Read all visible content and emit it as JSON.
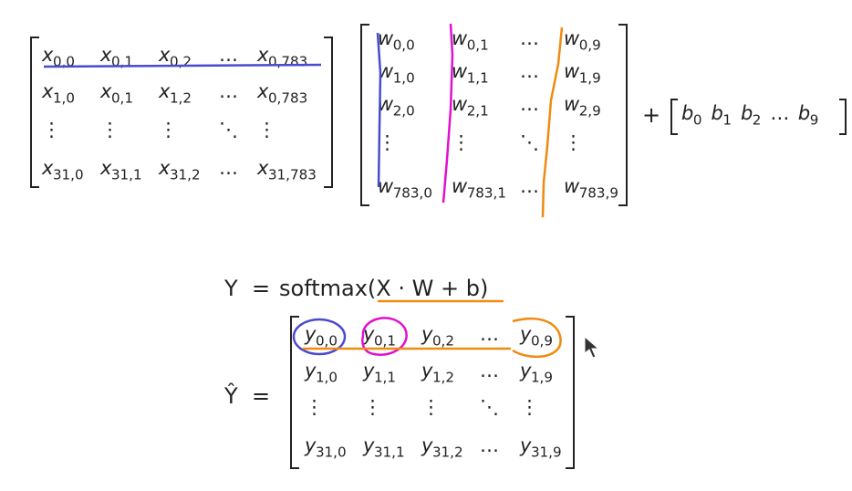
{
  "matrix_x": {
    "rows": [
      [
        "x0,0",
        "x0,1",
        "x0,2",
        "…",
        "x0,783"
      ],
      [
        "x1,0",
        "x0,1",
        "x1,2",
        "…",
        "x0,783"
      ],
      [
        "⋮",
        "⋮",
        "⋮",
        "⋱",
        "⋮"
      ],
      [
        "x31,0",
        "x31,1",
        "x31,2",
        "…",
        "x31,783"
      ]
    ]
  },
  "matrix_w": {
    "rows": [
      [
        "w0,0",
        "w0,1",
        "…",
        "w0,9"
      ],
      [
        "w1,0",
        "w1,1",
        "…",
        "w1,9"
      ],
      [
        "w2,0",
        "w2,1",
        "…",
        "w2,9"
      ],
      [
        "⋮",
        "⋮",
        "⋱",
        "⋮"
      ],
      [
        "w783,0",
        "w783,1",
        "…",
        "w783,9"
      ]
    ]
  },
  "bias": {
    "plus": "+",
    "items": [
      "b0",
      "b1",
      "b2",
      "…",
      "b9"
    ]
  },
  "formula": {
    "lhs": "Y",
    "equals": "=",
    "rhs": "softmax(X · W + b)"
  },
  "matrix_y": {
    "lhs": "Ŷ",
    "equals": "=",
    "rows": [
      [
        "y0,0",
        "y0,1",
        "y0,2",
        "…",
        "y0,9"
      ],
      [
        "y1,0",
        "y1,1",
        "y1,2",
        "…",
        "y1,9"
      ],
      [
        "⋮",
        "⋮",
        "⋮",
        "⋱",
        "⋮"
      ],
      [
        "y31,0",
        "y31,1",
        "y31,2",
        "…",
        "y31,9"
      ]
    ]
  },
  "colors": {
    "blue": "#4a4ad0",
    "magenta": "#e010d0",
    "orange": "#f08a10",
    "ink": "#222222"
  }
}
